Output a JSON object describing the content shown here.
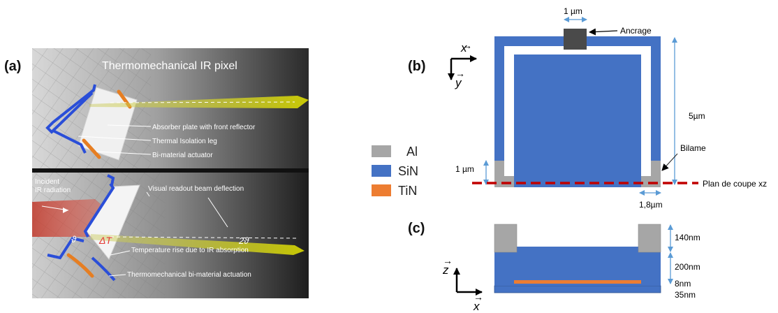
{
  "panel_a": {
    "label": "(a)",
    "title": "Thermomechanical IR pixel",
    "annotations": {
      "absorber": "Absorber plate with front reflector",
      "isolation": "Thermal Isolation leg",
      "actuator": "Bi-material actuator",
      "incident_line1": "Incident",
      "incident_line2": "IR radiation",
      "readout": "Visual readout beam deflection",
      "angle_double": "2ϑ",
      "angle": "ϑ",
      "delta_t": "ΔT",
      "temp_rise": "Temperature rise due to IR absorption",
      "actuation": "Thermomechanical bi-material actuation"
    }
  },
  "panel_b": {
    "label": "(b)",
    "axis_x": "x",
    "axis_y": "y",
    "width_dim": "1 µm",
    "anchor": "Ancrage",
    "height_dim": "5µm",
    "bilayer": "Bilame",
    "left_dim": "1 µm",
    "cut_plane": "Plan de coupe xz",
    "foot_dim": "1,8µm"
  },
  "legend": [
    {
      "name": "Al",
      "color": "#a6a6a6"
    },
    {
      "name": "SiN",
      "color": "#4472c4"
    },
    {
      "name": "TiN",
      "color": "#ed7d31"
    }
  ],
  "panel_c": {
    "label": "(c)",
    "axis_z": "z",
    "axis_x": "x",
    "t_al": "140nm",
    "t_sin": "200nm",
    "t_tin": "8nm",
    "t_base": "35nm"
  },
  "colors": {
    "al": "#a6a6a6",
    "sin": "#4472c4",
    "tin": "#ed7d31",
    "anchor": "#4a4a4a",
    "dim_arrow": "#5b9bd5",
    "cut_line": "#c00000"
  }
}
